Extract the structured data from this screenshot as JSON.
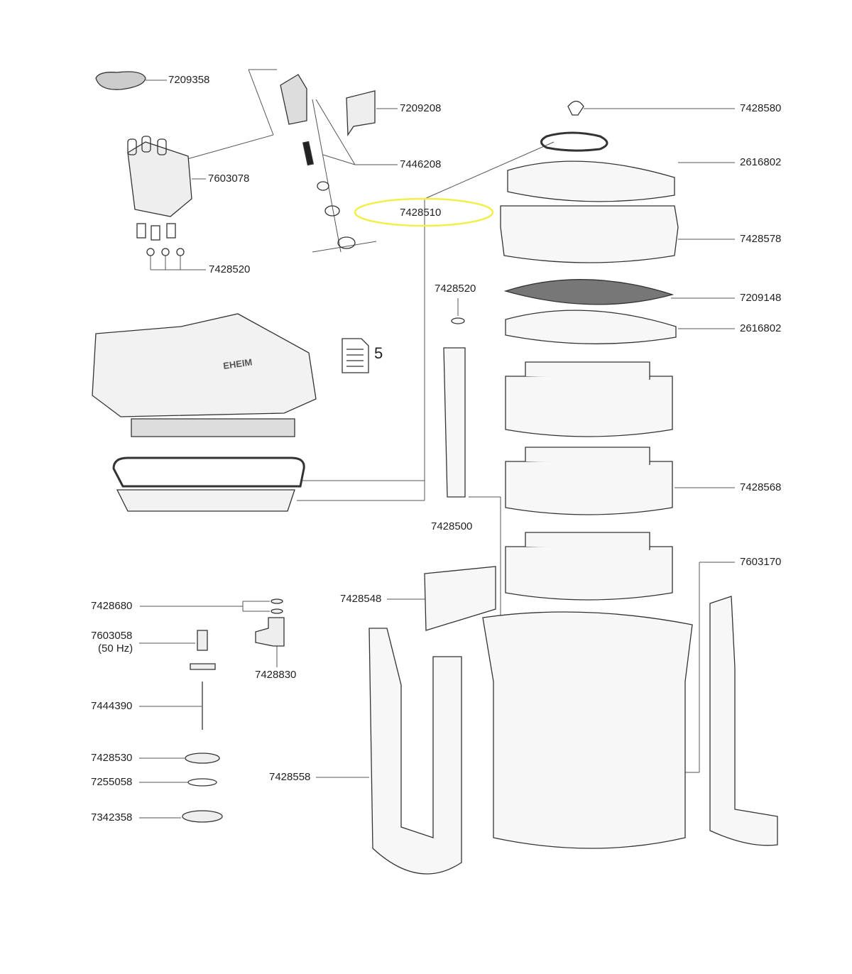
{
  "labels": {
    "p7209358": "7209358",
    "p7209208": "7209208",
    "p7446208": "7446208",
    "p7603078": "7603078",
    "p7428510": "7428510",
    "p7428520a": "7428520",
    "p7428520b": "7428520",
    "p7428580": "7428580",
    "p2616802a": "2616802",
    "p7428578": "7428578",
    "p7209148": "7209148",
    "p2616802b": "2616802",
    "p7428568": "7428568",
    "p7603170": "7603170",
    "p7428500": "7428500",
    "p7428548": "7428548",
    "p7428680": "7428680",
    "p7603058": "7603058",
    "hz": "(50 Hz)",
    "p7428830": "7428830",
    "p7444390": "7444390",
    "p7428530": "7428530",
    "p7255058": "7255058",
    "p7342358": "7342358",
    "p7428558": "7428558",
    "doc_ref": "5"
  },
  "highlight_color": "#f2ee4a",
  "logo_text": "EHEIM"
}
